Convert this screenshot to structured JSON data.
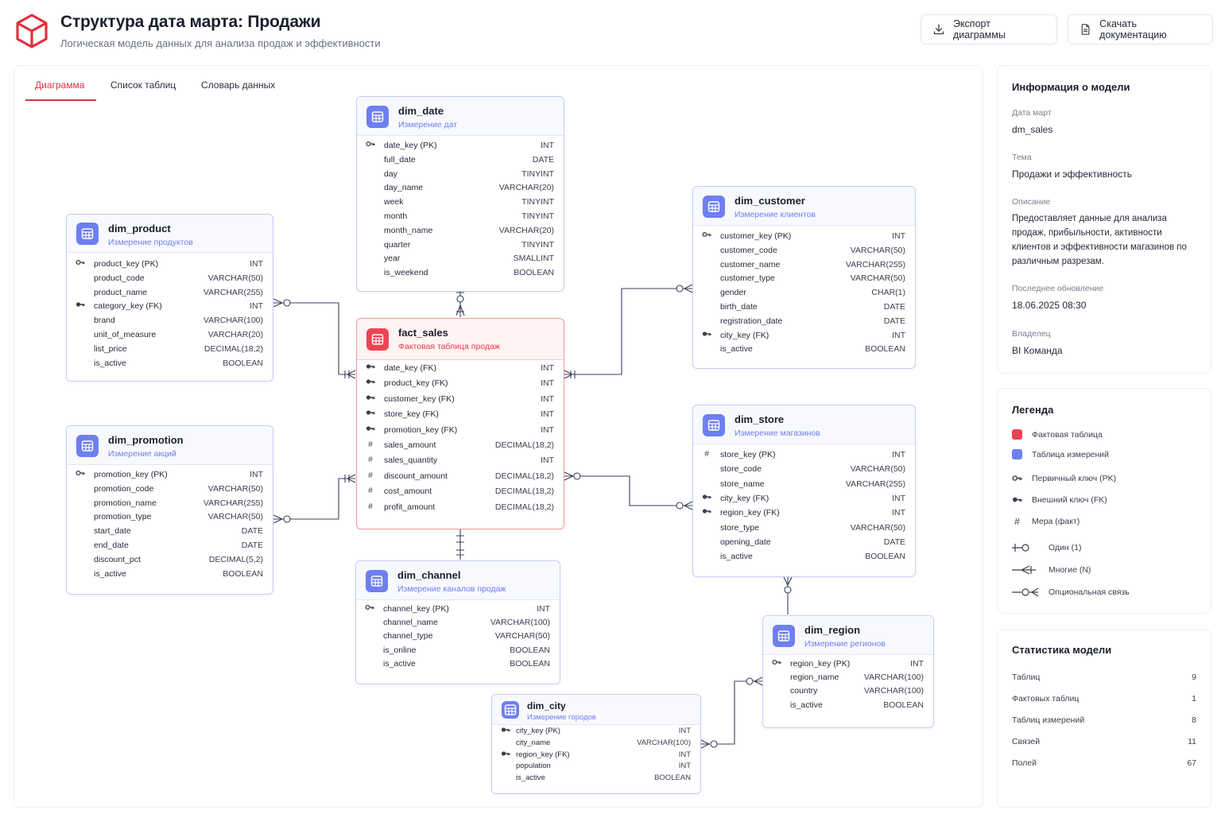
{
  "header": {
    "title": "Структура дата марта: Продажи",
    "subtitle": "Логическая модель данных для анализа продаж и эффективности",
    "export_label": "Экспорт диаграммы",
    "download_label": "Скачать документацию"
  },
  "tabs": [
    {
      "label": "Диаграмма",
      "active": true
    },
    {
      "label": "Список таблиц",
      "active": false
    },
    {
      "label": "Словарь данных",
      "active": false
    }
  ],
  "colors": {
    "accent": "#e0323d",
    "fact": "#ee4453",
    "dimension": "#6e7ff0"
  },
  "tables": {
    "dim_date": {
      "name": "dim_date",
      "subtitle": "Измерение дат",
      "kind": "dimension",
      "fields": [
        {
          "icon": "pk",
          "name": "date_key (PK)",
          "type": "INT"
        },
        {
          "icon": "",
          "name": "full_date",
          "type": "DATE"
        },
        {
          "icon": "",
          "name": "day",
          "type": "TINYINT"
        },
        {
          "icon": "",
          "name": "day_name",
          "type": "VARCHAR(20)"
        },
        {
          "icon": "",
          "name": "week",
          "type": "TINYINT"
        },
        {
          "icon": "",
          "name": "month",
          "type": "TINYINT"
        },
        {
          "icon": "",
          "name": "month_name",
          "type": "VARCHAR(20)"
        },
        {
          "icon": "",
          "name": "quarter",
          "type": "TINYINT"
        },
        {
          "icon": "",
          "name": "year",
          "type": "SMALLINT"
        },
        {
          "icon": "",
          "name": "is_weekend",
          "type": "BOOLEAN"
        }
      ]
    },
    "dim_product": {
      "name": "dim_product",
      "subtitle": "Измерение продуктов",
      "kind": "dimension",
      "fields": [
        {
          "icon": "pk",
          "name": "product_key (PK)",
          "type": "INT"
        },
        {
          "icon": "",
          "name": "product_code",
          "type": "VARCHAR(50)"
        },
        {
          "icon": "",
          "name": "product_name",
          "type": "VARCHAR(255)"
        },
        {
          "icon": "fk",
          "name": "category_key (FK)",
          "type": "INT"
        },
        {
          "icon": "",
          "name": "brand",
          "type": "VARCHAR(100)"
        },
        {
          "icon": "",
          "name": "unit_of_measure",
          "type": "VARCHAR(20)"
        },
        {
          "icon": "",
          "name": "list_price",
          "type": "DECIMAL(18,2)"
        },
        {
          "icon": "",
          "name": "is_active",
          "type": "BOOLEAN"
        }
      ]
    },
    "dim_customer": {
      "name": "dim_customer",
      "subtitle": "Измерение клиентов",
      "kind": "dimension",
      "fields": [
        {
          "icon": "pk",
          "name": "customer_key (PK)",
          "type": "INT"
        },
        {
          "icon": "",
          "name": "customer_code",
          "type": "VARCHAR(50)"
        },
        {
          "icon": "",
          "name": "customer_name",
          "type": "VARCHAR(255)"
        },
        {
          "icon": "",
          "name": "customer_type",
          "type": "VARCHAR(50)"
        },
        {
          "icon": "",
          "name": "gender",
          "type": "CHAR(1)"
        },
        {
          "icon": "",
          "name": "birth_date",
          "type": "DATE"
        },
        {
          "icon": "",
          "name": "registration_date",
          "type": "DATE"
        },
        {
          "icon": "fk",
          "name": "city_key (FK)",
          "type": "INT"
        },
        {
          "icon": "",
          "name": "is_active",
          "type": "BOOLEAN"
        }
      ]
    },
    "fact_sales": {
      "name": "fact_sales",
      "subtitle": "Фактовая таблица продаж",
      "kind": "fact",
      "fields": [
        {
          "icon": "fk",
          "name": "date_key (FK)",
          "type": "INT"
        },
        {
          "icon": "fk",
          "name": "product_key (FK)",
          "type": "INT"
        },
        {
          "icon": "fk",
          "name": "customer_key (FK)",
          "type": "INT"
        },
        {
          "icon": "fk",
          "name": "store_key (FK)",
          "type": "INT"
        },
        {
          "icon": "fk",
          "name": "promotion_key (FK)",
          "type": "INT"
        },
        {
          "icon": "measure",
          "name": "sales_amount",
          "type": "DECIMAL(18,2)"
        },
        {
          "icon": "measure",
          "name": "sales_quantity",
          "type": "INT"
        },
        {
          "icon": "measure",
          "name": "discount_amount",
          "type": "DECIMAL(18,2)"
        },
        {
          "icon": "measure",
          "name": "cost_amount",
          "type": "DECIMAL(18,2)"
        },
        {
          "icon": "measure",
          "name": "profit_amount",
          "type": "DECIMAL(18,2)"
        }
      ]
    },
    "dim_promotion": {
      "name": "dim_promotion",
      "subtitle": "Измерение акций",
      "kind": "dimension",
      "fields": [
        {
          "icon": "pk",
          "name": "promotion_key (PK)",
          "type": "INT"
        },
        {
          "icon": "",
          "name": "promotion_code",
          "type": "VARCHAR(50)"
        },
        {
          "icon": "",
          "name": "promotion_name",
          "type": "VARCHAR(255)"
        },
        {
          "icon": "",
          "name": "promotion_type",
          "type": "VARCHAR(50)"
        },
        {
          "icon": "",
          "name": "start_date",
          "type": "DATE"
        },
        {
          "icon": "",
          "name": "end_date",
          "type": "DATE"
        },
        {
          "icon": "",
          "name": "discount_pct",
          "type": "DECIMAL(5,2)"
        },
        {
          "icon": "",
          "name": "is_active",
          "type": "BOOLEAN"
        }
      ]
    },
    "dim_store": {
      "name": "dim_store",
      "subtitle": "Измерение магазинов",
      "kind": "dimension",
      "fields": [
        {
          "icon": "measure",
          "name": "store_key (PK)",
          "type": "INT"
        },
        {
          "icon": "",
          "name": "store_code",
          "type": "VARCHAR(50)"
        },
        {
          "icon": "",
          "name": "store_name",
          "type": "VARCHAR(255)"
        },
        {
          "icon": "fk",
          "name": "city_key (FK)",
          "type": "INT"
        },
        {
          "icon": "fk",
          "name": "region_key (FK)",
          "type": "INT"
        },
        {
          "icon": "",
          "name": "store_type",
          "type": "VARCHAR(50)"
        },
        {
          "icon": "",
          "name": "opening_date",
          "type": "DATE"
        },
        {
          "icon": "",
          "name": "is_active",
          "type": "BOOLEAN"
        }
      ]
    },
    "dim_channel": {
      "name": "dim_channel",
      "subtitle": "Измерение каналов продаж",
      "kind": "dimension",
      "fields": [
        {
          "icon": "pk",
          "name": "channel_key (PK)",
          "type": "INT"
        },
        {
          "icon": "",
          "name": "channel_name",
          "type": "VARCHAR(100)"
        },
        {
          "icon": "",
          "name": "channel_type",
          "type": "VARCHAR(50)"
        },
        {
          "icon": "",
          "name": "is_online",
          "type": "BOOLEAN"
        },
        {
          "icon": "",
          "name": "is_active",
          "type": "BOOLEAN"
        }
      ]
    },
    "dim_region": {
      "name": "dim_region",
      "subtitle": "Измерение регионов",
      "kind": "dimension",
      "fields": [
        {
          "icon": "pk",
          "name": "region_key (PK)",
          "type": "INT"
        },
        {
          "icon": "",
          "name": "region_name",
          "type": "VARCHAR(100)"
        },
        {
          "icon": "",
          "name": "country",
          "type": "VARCHAR(100)"
        },
        {
          "icon": "",
          "name": "is_active",
          "type": "BOOLEAN"
        }
      ]
    },
    "dim_city": {
      "name": "dim_city",
      "subtitle": "Измерение городов",
      "kind": "dimension",
      "fields": [
        {
          "icon": "fk",
          "name": "city_key (PK)",
          "type": "INT"
        },
        {
          "icon": "",
          "name": "city_name",
          "type": "VARCHAR(100)"
        },
        {
          "icon": "fk",
          "name": "region_key (FK)",
          "type": "INT"
        },
        {
          "icon": "",
          "name": "population",
          "type": "INT"
        },
        {
          "icon": "",
          "name": "is_active",
          "type": "BOOLEAN"
        }
      ]
    }
  },
  "model_info": {
    "heading": "Информация о модели",
    "items": [
      {
        "label": "Дата март",
        "value": "dm_sales"
      },
      {
        "label": "Тема",
        "value": "Продажи и эффективность"
      },
      {
        "label": "Описание",
        "value": "Предоставляет данные для анализа продаж, прибыльности, активности клиентов и эффективности магазинов по различным разрезам."
      },
      {
        "label": "Последнее обновление",
        "value": "18.06.2025 08:30"
      },
      {
        "label": "Владелец",
        "value": "BI Команда"
      }
    ]
  },
  "legend": {
    "heading": "Легенда",
    "items": [
      {
        "icon": "fact-swatch",
        "label": "Фактовая таблица"
      },
      {
        "icon": "dimension-swatch",
        "label": "Таблица измерений"
      },
      {
        "icon": "pk",
        "label": "Первичный ключ (PK)"
      },
      {
        "icon": "fk",
        "label": "Внешний ключ (FK)"
      },
      {
        "icon": "measure",
        "label": "Мера (факт)"
      },
      {
        "icon": "one",
        "label": "Один (1)"
      },
      {
        "icon": "many",
        "label": "Многие (N)"
      },
      {
        "icon": "optional",
        "label": "Опциональная связь"
      }
    ]
  },
  "stats": {
    "heading": "Статистика модели",
    "items": [
      {
        "label": "Таблиц",
        "value": "9"
      },
      {
        "label": "Фактовых таблиц",
        "value": "1"
      },
      {
        "label": "Таблиц измерений",
        "value": "8"
      },
      {
        "label": "Связей",
        "value": "11"
      },
      {
        "label": "Полей",
        "value": "67"
      }
    ]
  }
}
